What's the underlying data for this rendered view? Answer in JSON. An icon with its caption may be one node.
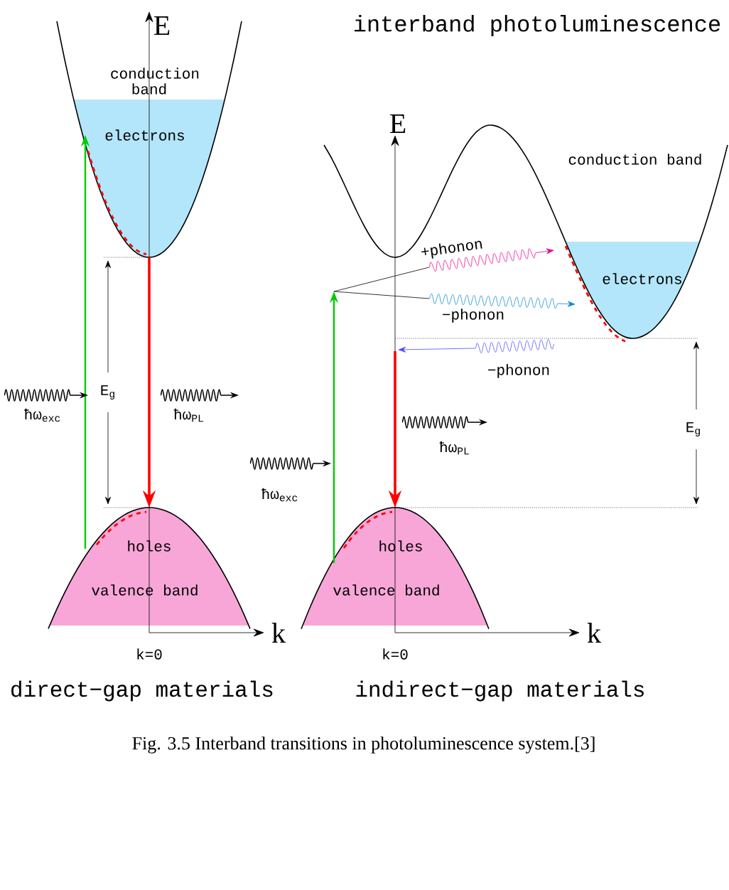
{
  "diagram": {
    "title": "interband photoluminescence",
    "caption": "Fig. 3.5 Interband transitions in photoluminescence system.[3]",
    "labels": [
      "E",
      "conduction band",
      "electrons",
      "E",
      "conduction band",
      "+phonon",
      "electrons",
      "−phonon",
      "−phonon",
      "E$_{g}$",
      "ħω$_{exc}$",
      "ħω$_{PL}$",
      "ħω$_{PL}$",
      "E$_{g}$",
      "ħω$_{exc}$",
      "holes",
      "holes",
      "valence band",
      "valence band",
      "k",
      "k",
      "k=0",
      "k=0",
      "direct−gap materials",
      "indirect−gap materials"
    ]
  }
}
